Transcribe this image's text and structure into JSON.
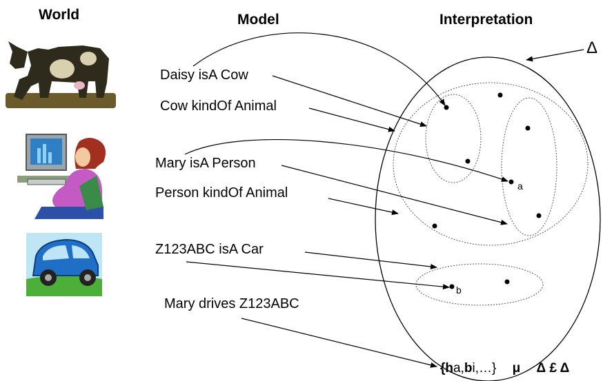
{
  "headers": {
    "world": "World",
    "model": "Model",
    "interpretation": "Interpretation"
  },
  "delta_label": "Δ",
  "statements": [
    "Daisy isA Cow",
    "Cow kindOf Animal",
    "Mary isA Person",
    "Person kindOf Animal",
    "Z123ABC isA Car",
    "Mary drives Z123ABC"
  ],
  "point_labels": {
    "a": "a",
    "b": "b"
  },
  "formula": {
    "pair_open": "{",
    "pair_h": "h",
    "pair_a": "a,",
    "pair_b": "b",
    "pair_i": "i,…}",
    "mu": "μ",
    "rhs": "Δ £ Δ"
  },
  "world_images": [
    "cow-image",
    "person-at-computer-image",
    "car-image"
  ]
}
